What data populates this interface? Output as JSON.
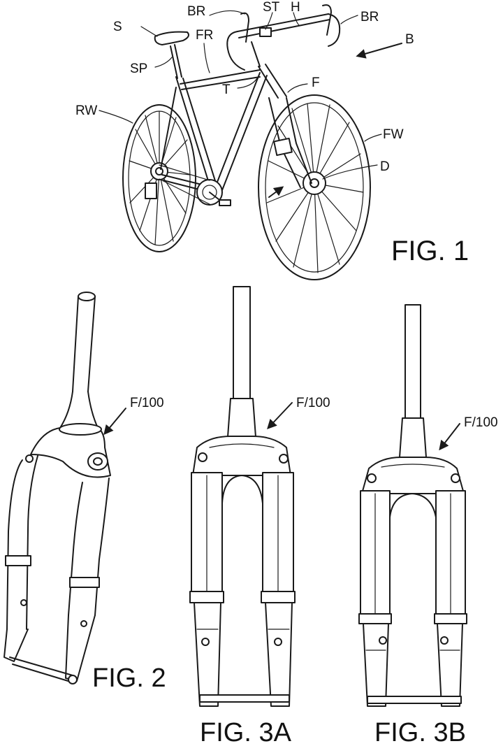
{
  "figures": {
    "fig1": {
      "title": "FIG. 1",
      "labels": {
        "s": "S",
        "sp": "SP",
        "br_left": "BR",
        "fr": "FR",
        "st": "ST",
        "h": "H",
        "br_right": "BR",
        "b": "B",
        "t": "T",
        "f": "F",
        "rw": "RW",
        "fw": "FW",
        "d": "D"
      }
    },
    "fig2": {
      "title": "FIG. 2",
      "ref": "F/100"
    },
    "fig3a": {
      "title": "FIG. 3A",
      "ref": "F/100"
    },
    "fig3b": {
      "title": "FIG. 3B",
      "ref": "F/100"
    }
  },
  "colors": {
    "line": "#1a1a1a",
    "background": "#ffffff"
  }
}
